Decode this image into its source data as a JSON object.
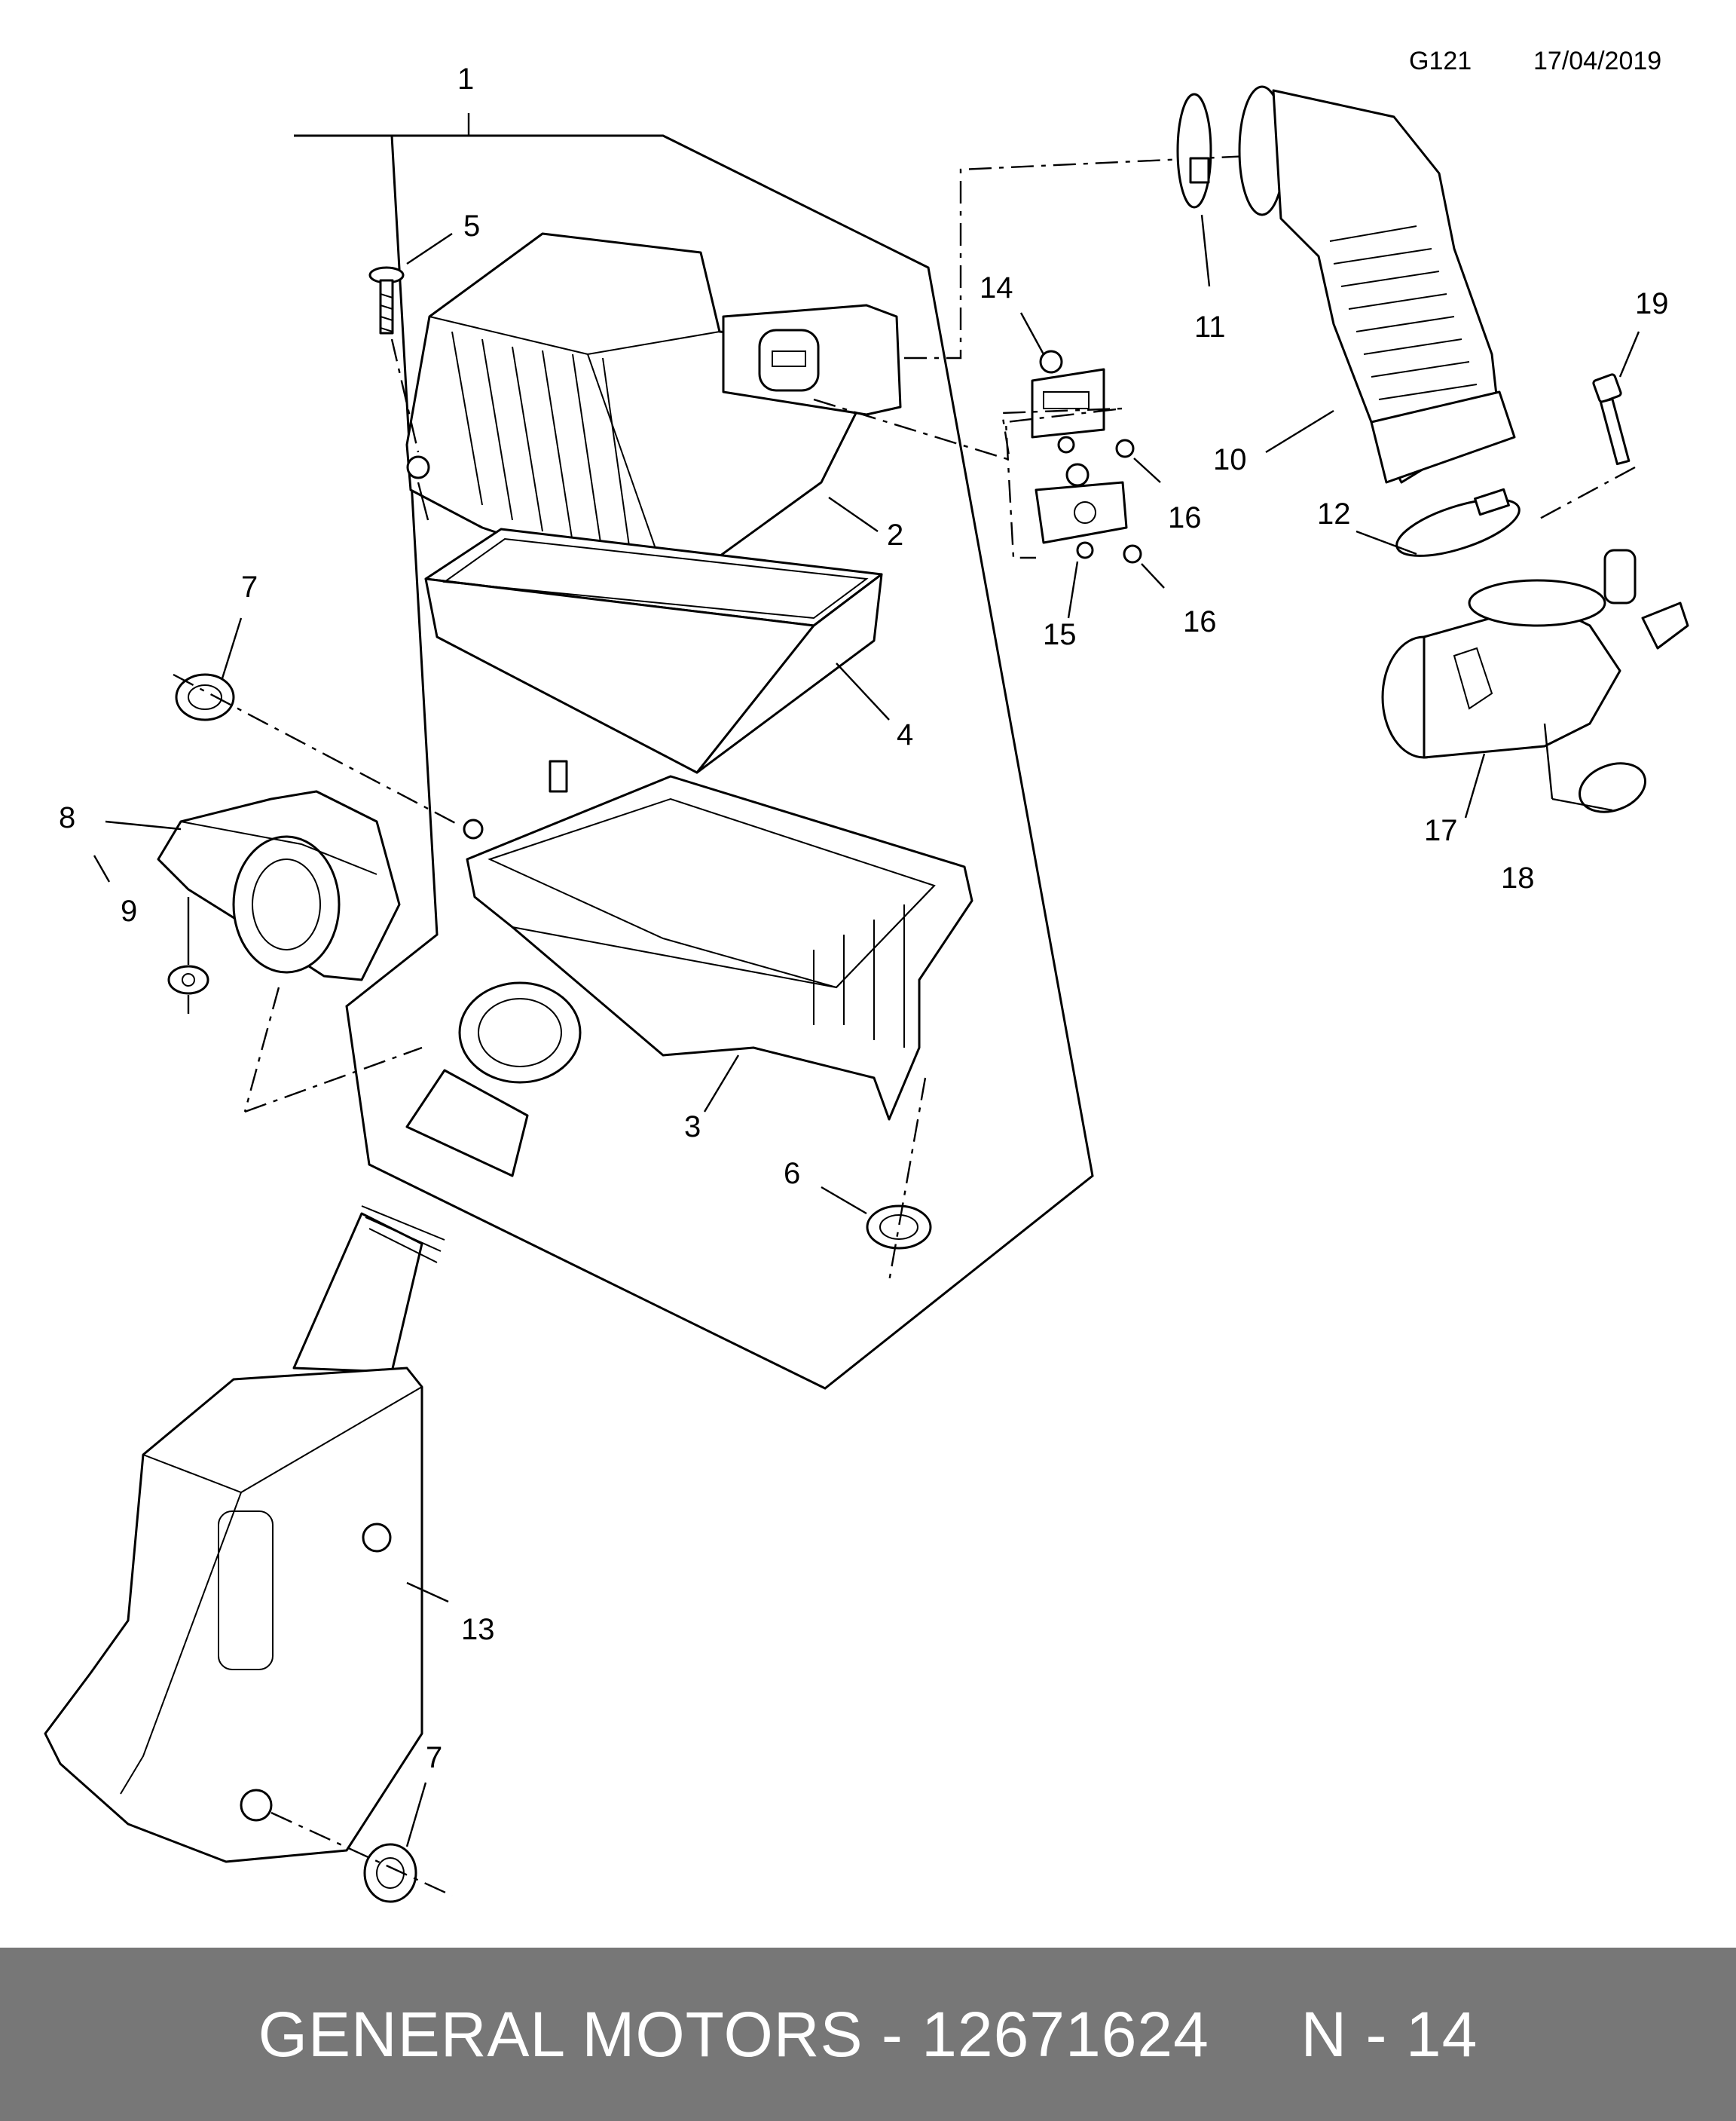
{
  "header": {
    "code": "G121",
    "date": "17/04/2019"
  },
  "callouts": {
    "c1": "1",
    "c2": "2",
    "c3": "3",
    "c4": "4",
    "c5": "5",
    "c6": "6",
    "c7a": "7",
    "c7b": "7",
    "c8": "8",
    "c9": "9",
    "c10": "10",
    "c11": "11",
    "c12": "12",
    "c13": "13",
    "c14": "14",
    "c15": "15",
    "c16a": "16",
    "c16b": "16",
    "c17": "17",
    "c18": "18",
    "c19": "19"
  },
  "footer": {
    "label": "GENERAL MOTORS - 12671624     N - 14"
  }
}
